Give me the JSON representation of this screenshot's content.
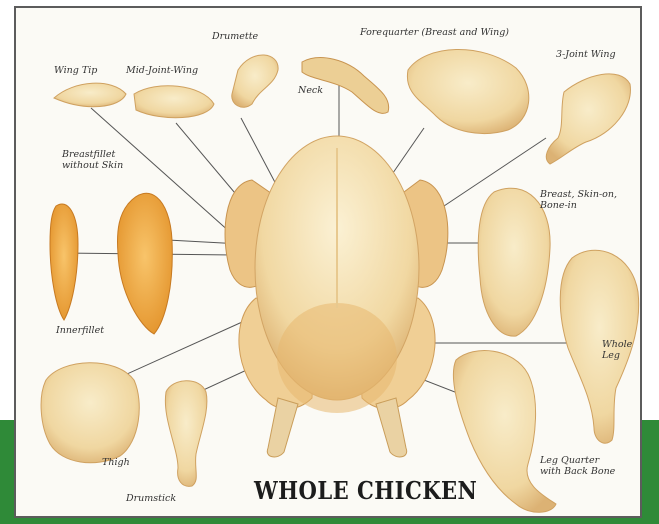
{
  "title": "WHOLE CHICKEN",
  "labels": {
    "wing_tip": "Wing Tip",
    "mid_joint_wing": "Mid-Joint-Wing",
    "drumette": "Drumette",
    "neck": "Neck",
    "forequarter": "Forequarter (Breast and Wing)",
    "three_joint_wing": "3-Joint Wing",
    "breastfillet": "Breastfillet without Skin",
    "breast_skin_on": "Breast, Skin-on, Bone-in",
    "innerfillet": "Innerfillet",
    "whole_leg": "Whole Leg",
    "thigh": "Thigh",
    "drumstick": "Drumstick",
    "leg_quarter": "Leg Quarter with Back Bone"
  },
  "colors": {
    "background_band": "#2f8a38",
    "panel": "#fbfaf5",
    "meat_light": "#f1d9a6",
    "meat_mid": "#e6bf7e",
    "fillet": "#f0a43a"
  }
}
